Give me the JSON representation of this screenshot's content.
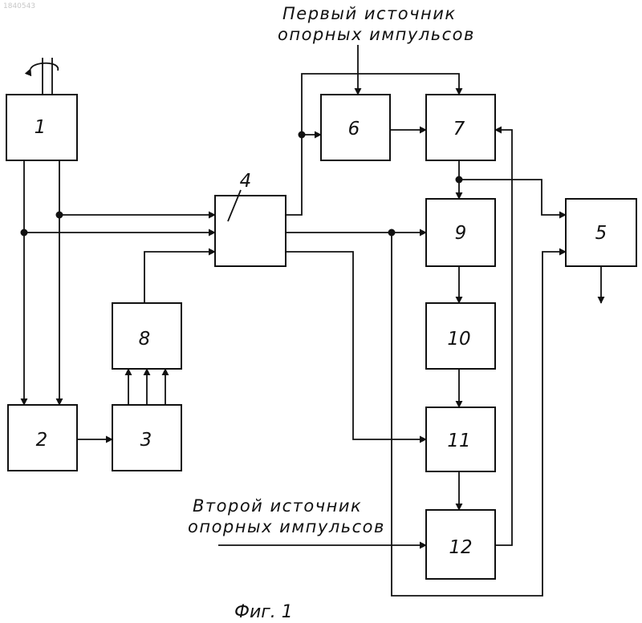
{
  "watermark": "1840543",
  "blocks": {
    "b1": "1",
    "b2": "2",
    "b3": "3",
    "b4": "4",
    "b5": "5",
    "b6": "6",
    "b7": "7",
    "b8": "8",
    "b9": "9",
    "b10": "10",
    "b11": "11",
    "b12": "12"
  },
  "sources": {
    "first_line1": "Первый источник",
    "first_line2": "опорных импульсов",
    "second_line1": "Второй источник",
    "second_line2": "опорных импульсов"
  },
  "caption": "Фиг. 1"
}
